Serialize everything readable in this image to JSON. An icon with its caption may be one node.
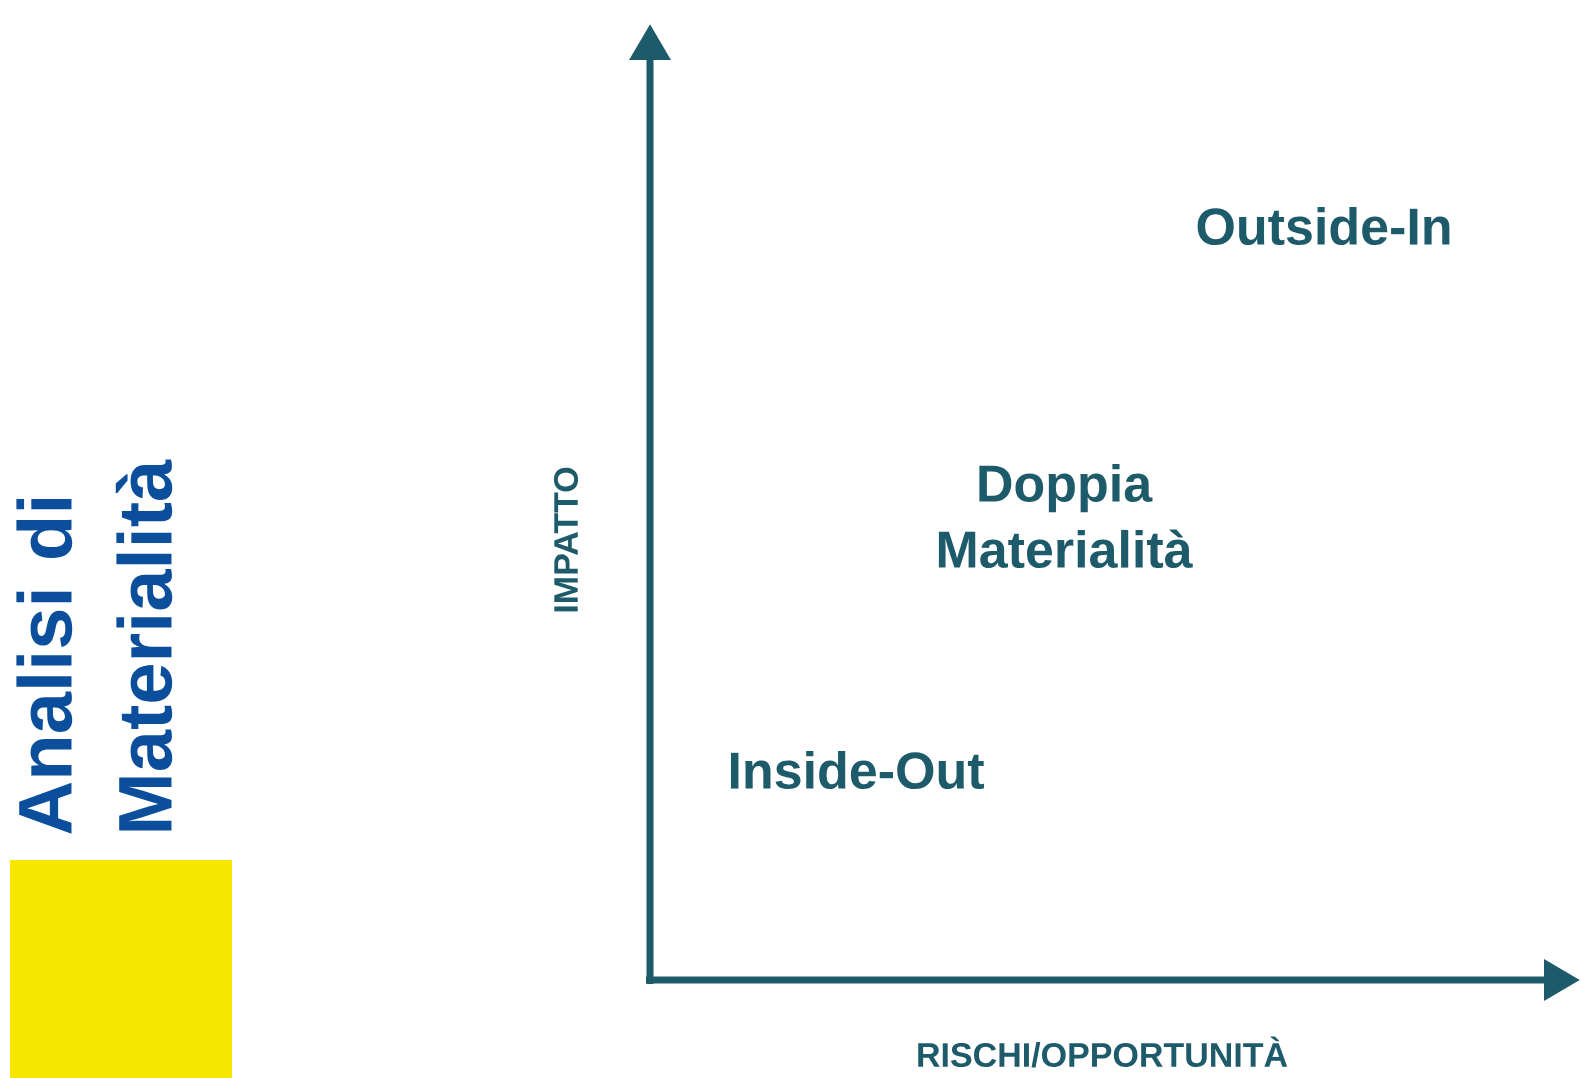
{
  "diagram": {
    "title": "Analisi di Materialità",
    "nodes": [
      {
        "text": [],
        "shape": "box"
      }
    ],
    "labels": [
      "Outside-In",
      "Doppia Materialità",
      "IMPATTO",
      "Inside-Out",
      "RISCHI/OPPORTUNITÀ"
    ]
  }
}
